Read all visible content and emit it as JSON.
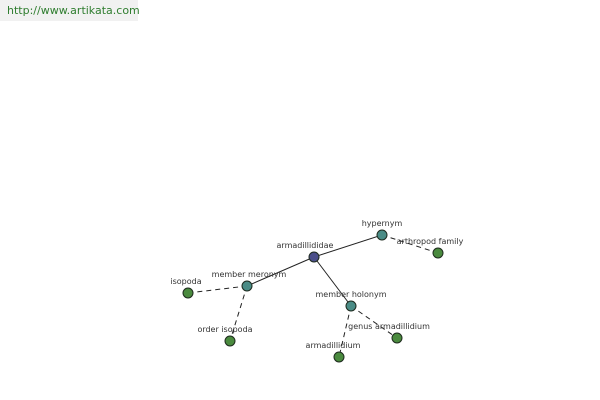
{
  "header": {
    "url": "http://www.artikata.com"
  },
  "graph": {
    "colors": {
      "center": "#4b4f8a",
      "relation": "#4a8c86",
      "leaf": "#4a8a3e",
      "edge": "#222222",
      "url_text": "#2f7d2f"
    },
    "nodes": [
      {
        "id": "center",
        "label": "armadillididae",
        "kind": "center"
      },
      {
        "id": "hypernym",
        "label": "hypernym",
        "kind": "relation"
      },
      {
        "id": "member_meronym",
        "label": "member meronym",
        "kind": "relation"
      },
      {
        "id": "member_holonym",
        "label": "member holonym",
        "kind": "relation"
      },
      {
        "id": "arthropod_family",
        "label": "arthropod family",
        "kind": "leaf"
      },
      {
        "id": "isopoda",
        "label": "isopoda",
        "kind": "leaf"
      },
      {
        "id": "order_isopoda",
        "label": "order isopoda",
        "kind": "leaf"
      },
      {
        "id": "armadillidium",
        "label": "armadillidium",
        "kind": "leaf"
      },
      {
        "id": "genus_armadillidium",
        "label": "genus armadillidium",
        "kind": "leaf"
      }
    ],
    "edges": [
      {
        "from": "center",
        "to": "hypernym",
        "style": "solid"
      },
      {
        "from": "center",
        "to": "member_meronym",
        "style": "solid"
      },
      {
        "from": "center",
        "to": "member_holonym",
        "style": "solid"
      },
      {
        "from": "hypernym",
        "to": "arthropod_family",
        "style": "dashed"
      },
      {
        "from": "member_meronym",
        "to": "isopoda",
        "style": "dashed"
      },
      {
        "from": "member_meronym",
        "to": "order_isopoda",
        "style": "dashed"
      },
      {
        "from": "member_holonym",
        "to": "armadillidium",
        "style": "dashed"
      },
      {
        "from": "member_holonym",
        "to": "genus_armadillidium",
        "style": "dashed"
      }
    ]
  }
}
